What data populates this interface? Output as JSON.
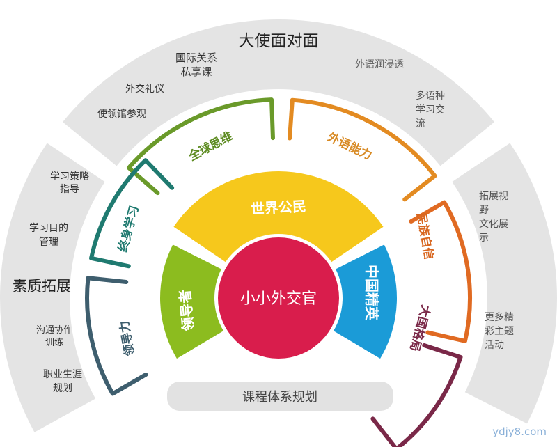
{
  "center": "小小外交官",
  "inner_segments": {
    "top": "世界公民",
    "left": "领导者",
    "right": "中国精英"
  },
  "arc_labels": {
    "global_thinking": "全球思维",
    "language_ability": "外语能力",
    "lifelong_learning": "终身学习",
    "leadership": "领导力",
    "national_confidence": "民族自信",
    "great_power_vision": "大国格局"
  },
  "outer_top": {
    "title": "大使面对面",
    "items": [
      "国际关系",
      "私享课",
      "外交礼仪",
      "使领馆参观",
      "外语润浸透",
      "多语种",
      "学习交",
      "流"
    ]
  },
  "outer_left": {
    "title": "素质拓展",
    "items": [
      "学习策略",
      "指导",
      "学习目的",
      "管理",
      "沟通协作",
      "训练",
      "职业生涯",
      "规划"
    ]
  },
  "outer_right": {
    "items": [
      "拓展视",
      "野",
      "文化展",
      "示",
      "更多精",
      "彩主题",
      "活动"
    ]
  },
  "bottom_bar": "课程体系规划",
  "watermark": "ydjy8.com",
  "colors": {
    "red": "#d91d4c",
    "yellow": "#f6c81c",
    "green": "#8cbc1f",
    "blue": "#1b9bd7",
    "gray": "#e3e3e3"
  }
}
